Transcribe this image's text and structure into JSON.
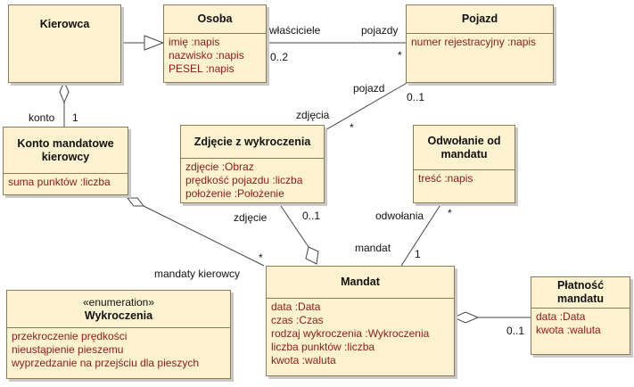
{
  "classes": {
    "kierowca": {
      "name": "Kierowca"
    },
    "osoba": {
      "name": "Osoba",
      "attrs": [
        "imię  :napis",
        "nazwisko  :napis",
        "PESEL  :napis"
      ]
    },
    "pojazd": {
      "name": "Pojazd",
      "attrs": [
        "numer rejestracyjny  :napis"
      ]
    },
    "konto": {
      "name": "Konto mandatowe kierowcy",
      "attrs": [
        "suma punktów  :liczba"
      ]
    },
    "zdjecie": {
      "name": "Zdjęcie z wykroczenia",
      "attrs": [
        "zdjęcie  :Obraz",
        "prędkość pojazdu  :liczba",
        "położenie  :Położenie"
      ]
    },
    "odwolanie": {
      "name": "Odwołanie od mandatu",
      "attrs": [
        "treść  :napis"
      ]
    },
    "mandat": {
      "name": "Mandat",
      "attrs": [
        "data  :Data",
        "czas  :Czas",
        "rodzaj wykroczenia  :Wykroczenia",
        "liczba punktów  :liczba",
        "kwota  :waluta"
      ]
    },
    "platnosc": {
      "name": "Płatność mandatu",
      "attrs": [
        "data  :Data",
        "kwota  :waluta"
      ]
    },
    "wykroczenia": {
      "stereotype": "«enumeration»",
      "name": "Wykroczenia",
      "attrs": [
        "przekroczenie prędkości",
        "nieustąpienie pieszemu",
        "wyprzedzanie na przejściu dla pieszych"
      ]
    }
  },
  "labels": {
    "wlasciciele": "właściciele",
    "osoba_mult": "0..2",
    "pojazdy": "pojazdy",
    "pojazdy_mult": "*",
    "pojazd": "pojazd",
    "pojazd_mult": "0..1",
    "zdjecia": "zdjęcia",
    "zdjecia_mult": "*",
    "konto_role": "konto",
    "konto_mult": "1",
    "zdjecie_role": "zdjęcie",
    "zdjecie_mult": "0..1",
    "odwolania": "odwołania",
    "odwolania_mult": "*",
    "mandat_role": "mandat",
    "mandat_mult": "1",
    "mandaty_kierowcy": "mandaty kierowcy",
    "mandaty_mult": "*",
    "platnosc_mult": "0..1"
  },
  "colors": {
    "fill": "#fdf2cf",
    "border": "#8c7b55",
    "attr_text": "#8b1a1a",
    "line": "#444444"
  }
}
